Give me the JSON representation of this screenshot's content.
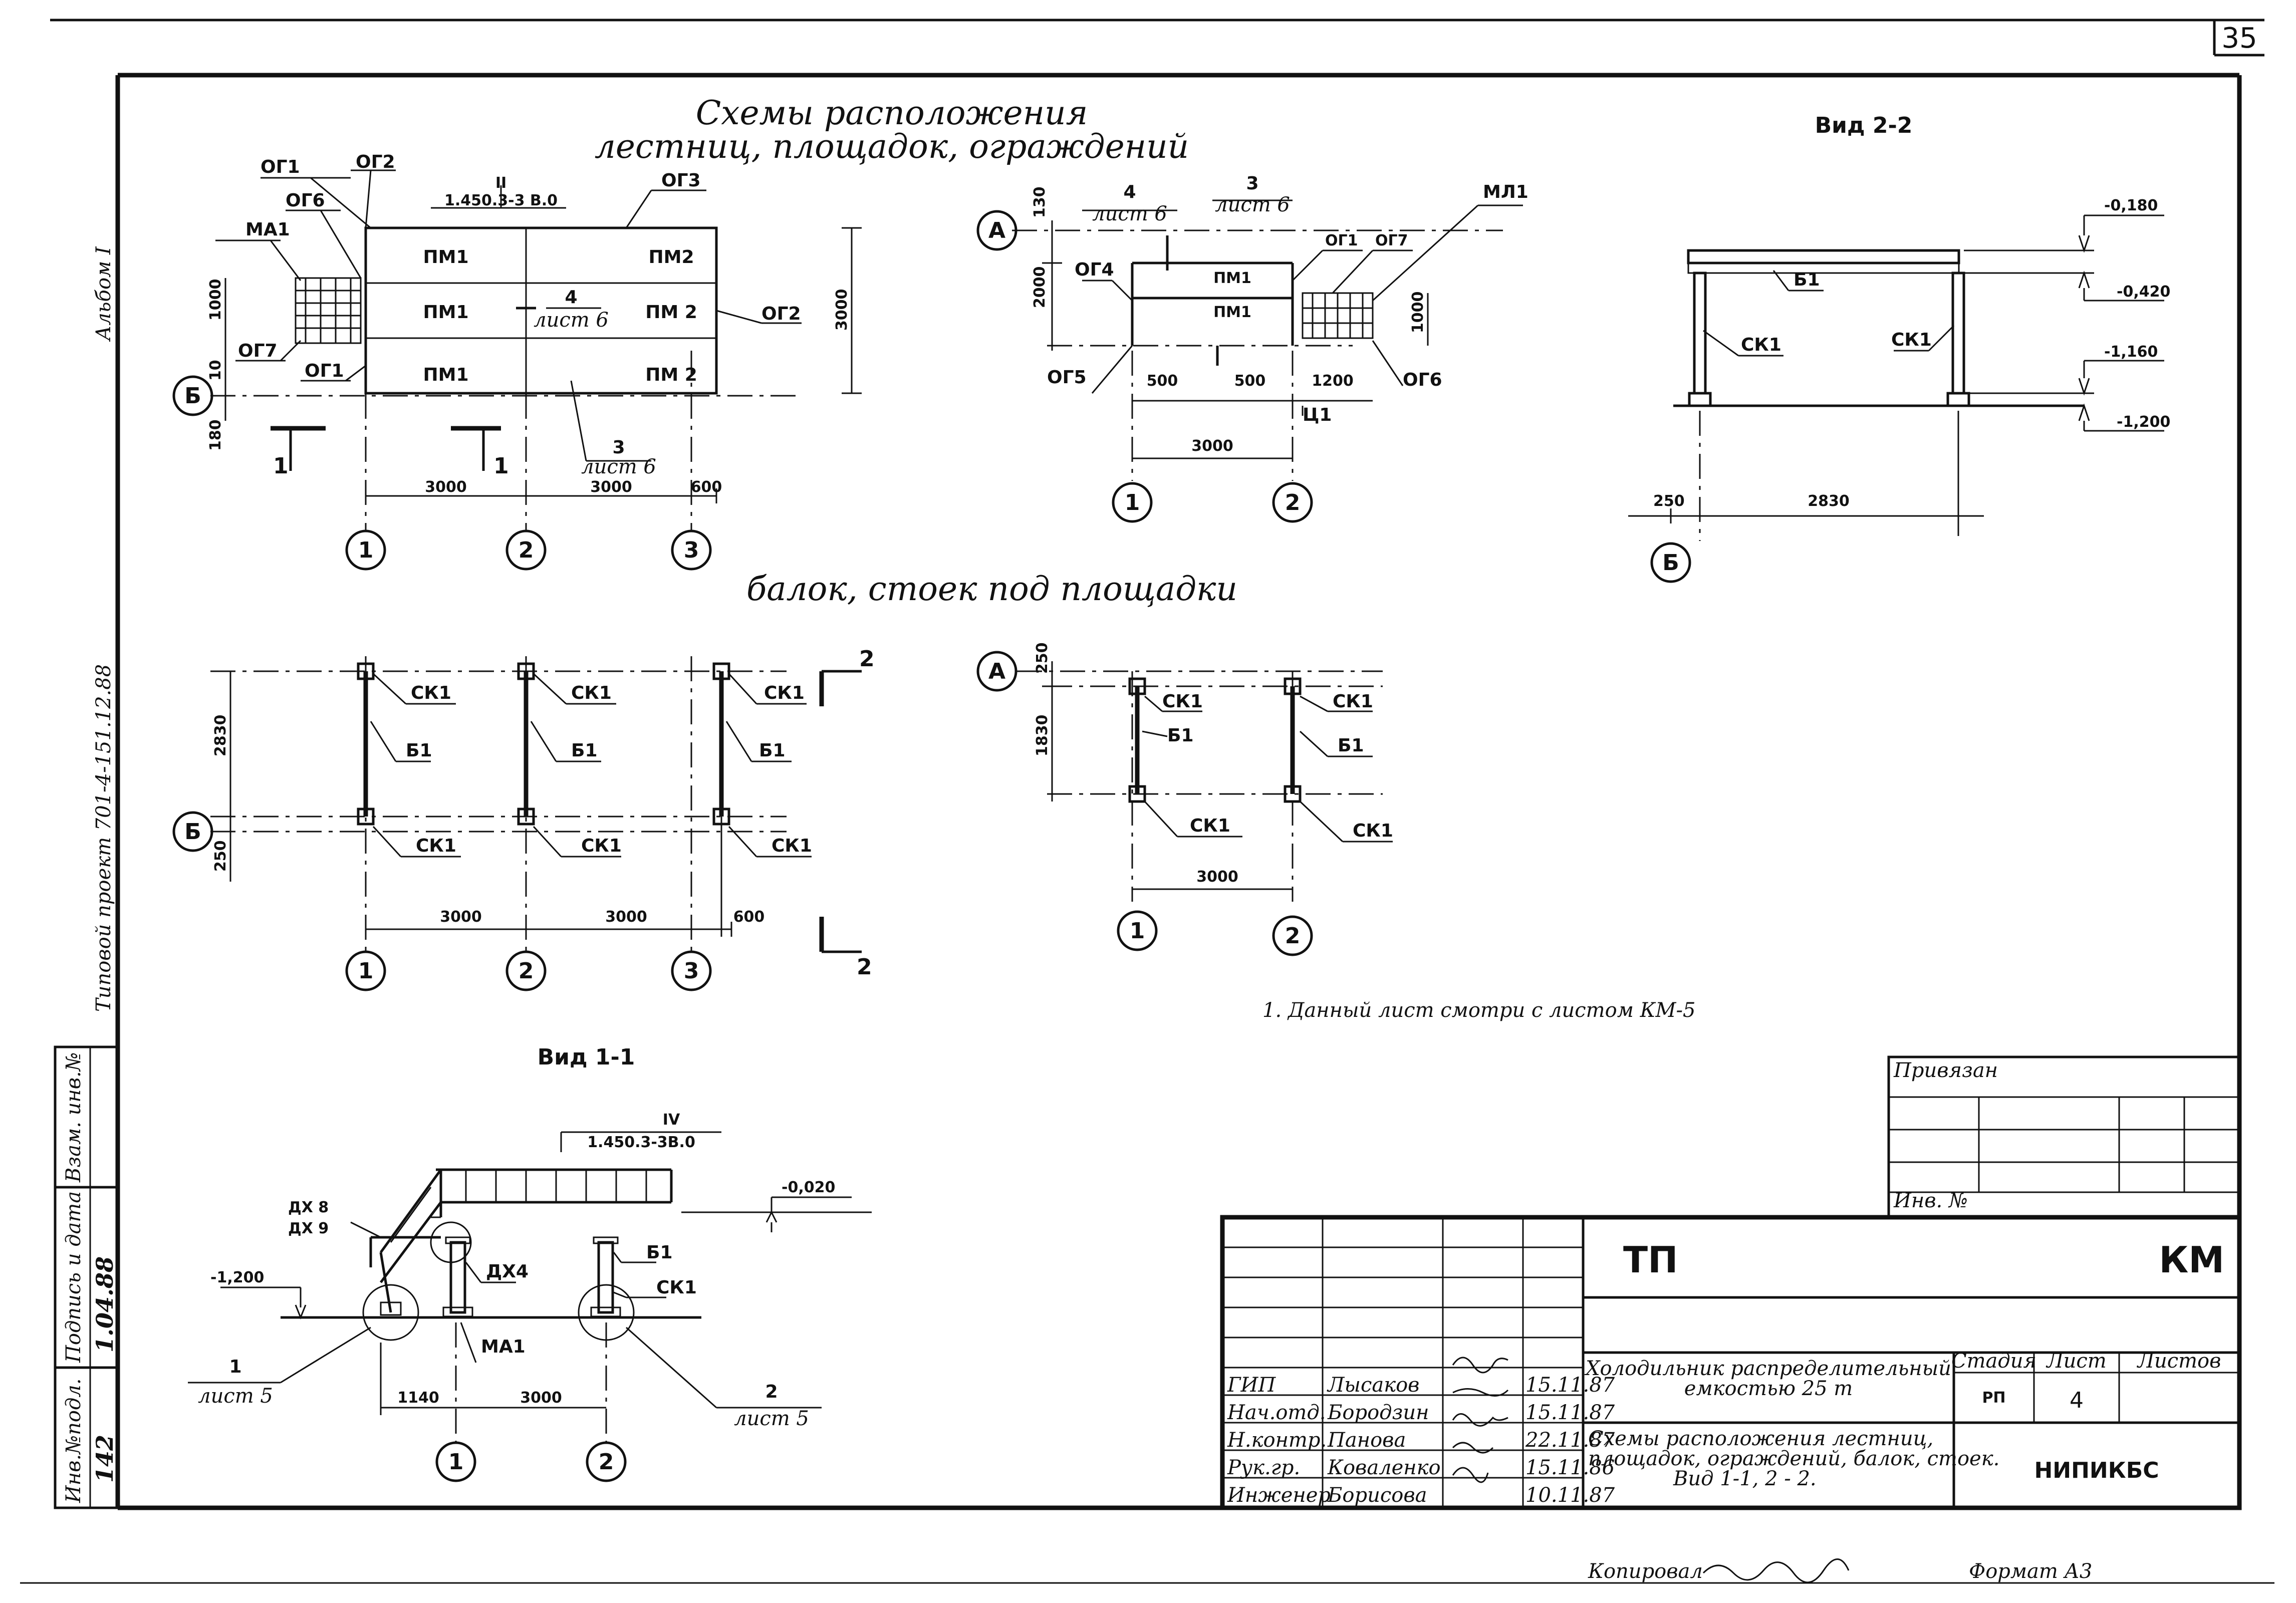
{
  "sheet_number": "35",
  "side_labels": {
    "album": "Альбом I",
    "project": "Типовой проект 701-4-151.12.88"
  },
  "stamp_side": {
    "inv_podl_label": "Инв.№подл.",
    "inv_podl_value": "142",
    "sign_date_label": "Подпись и дата",
    "sign_date_value": "1.04.88",
    "vzam_label": "Взам. инв.№"
  },
  "titles": {
    "schemes_line1": "Схемы расположения",
    "schemes_line2": "лестниц, площадок, ограждений",
    "beams_line": "балок, стоек под площадки",
    "view_1_1": "Вид 1-1",
    "view_2_2": "Вид 2-2"
  },
  "plan_left": {
    "marks": {
      "og1_top": "ОГ1",
      "og2_top": "ОГ2",
      "og3": "ОГ3",
      "og6": "ОГ6",
      "ma1": "МА1",
      "og7": "ОГ7",
      "og1_bottom": "ОГ1",
      "og2_right": "ОГ2"
    },
    "ref_roman": "II",
    "ref_series": "1.450.3-3 В.0",
    "cells": [
      "ПМ1",
      "ПМ2",
      "ПМ1",
      "ПМ 2",
      "ПМ1",
      "ПМ 2"
    ],
    "callout_4_num": "4",
    "callout_4_sheet": "лист 6",
    "callout_3_num": "3",
    "callout_3_sheet": "лист 6",
    "dim_left_1000": "1000",
    "dim_left_10": "10",
    "dim_left_180": "180",
    "dim_right_3000": "3000",
    "dim_bottom": [
      "3000",
      "3000",
      "600"
    ],
    "section_mark": "1",
    "axis_row": "Б",
    "axes": [
      "1",
      "2",
      "3"
    ]
  },
  "plan_mid": {
    "axis_row": "А",
    "dim_130": "130",
    "dim_2000": "2000",
    "callout_4_num": "4",
    "callout_4_sheet": "лист 6",
    "callout_3_num": "3",
    "callout_3_sheet": "лист 6",
    "marks": {
      "og1": "ОГ1",
      "og7": "ОГ7",
      "ml1": "МЛ1",
      "og4": "ОГ4",
      "og5": "ОГ5",
      "og6": "ОГ6",
      "c1": "Ц1"
    },
    "cells": [
      "ПМ1",
      "ПМ1"
    ],
    "dim_1000": "1000",
    "dim_bottom": [
      "500",
      "500",
      "1200"
    ],
    "dim_total": "3000",
    "axes": [
      "1",
      "2"
    ]
  },
  "view22": {
    "levels": [
      "-0,180",
      "-0,420",
      "-1,160",
      "-1,200"
    ],
    "b1": "Б1",
    "ck_left": "СК1",
    "ck_right": "СК1",
    "dim_250": "250",
    "dim_2830": "2830",
    "axis": "Б"
  },
  "beams_left": {
    "ck_labels": [
      "СК1",
      "СК1",
      "СК1",
      "СК1",
      "СК1",
      "СК1"
    ],
    "b_labels": [
      "Б1",
      "Б1",
      "Б1"
    ],
    "dim_2830": "2830",
    "dim_250": "250",
    "dim_bottom": [
      "3000",
      "3000",
      "600"
    ],
    "section_mark": "2",
    "axis_row": "Б",
    "axes": [
      "1",
      "2",
      "3"
    ]
  },
  "beams_mid": {
    "axis_row": "А",
    "dim_250": "250",
    "dim_1830": "1830",
    "ck_labels": [
      "СК1",
      "СК1",
      "СК1",
      "СК1"
    ],
    "b_labels": [
      "Б1",
      "Б1"
    ],
    "dim_3000": "3000",
    "axes": [
      "1",
      "2"
    ]
  },
  "note": "1. Данный лист смотри с листом КМ-5",
  "view11": {
    "ref_roman": "IV",
    "ref_series": "1.450.3-3В.0",
    "level_top": "-0,020",
    "level_bottom": "-1,200",
    "dx8": "ДХ 8",
    "dx9": "ДХ 9",
    "dx4": "ДХ4",
    "b1": "Б1",
    "ck1": "СК1",
    "ma1": "МА1",
    "callout_1_num": "1",
    "callout_1_sheet": "лист 5",
    "callout_2_num": "2",
    "callout_2_sheet": "лист 5",
    "dim_1140": "1140",
    "dim_3000": "3000",
    "axes": [
      "1",
      "2"
    ]
  },
  "title_block": {
    "privyazan": "Привязан",
    "inv_no": "Инв. №",
    "code_left": "ТП",
    "code_right": "КМ",
    "object_line1": "Холодильник распределительный",
    "object_line2": "емкостью 25 т",
    "sheet_line1": "Схемы расположения лестниц,",
    "sheet_line2": "площадок, ограждений, балок, стоек.",
    "sheet_line3": "Вид 1-1,  2 - 2.",
    "hdr_stage": "Стадия",
    "hdr_sheet": "Лист",
    "hdr_sheets": "Листов",
    "stage": "РП",
    "sheet": "4",
    "org": "НИПИКБС",
    "people": [
      {
        "role": "ГИП",
        "name": "Лысаков",
        "date": "15.11.87"
      },
      {
        "role": "Нач.отд.",
        "name": "Бородзин",
        "date": "15.11.87"
      },
      {
        "role": "Н.контр.",
        "name": "Панова",
        "date": "22.11.87"
      },
      {
        "role": "Рук.гр.",
        "name": "Коваленко",
        "date": "15.11.86"
      },
      {
        "role": "Инженер",
        "name": "Борисова",
        "date": "10.11.87"
      }
    ]
  },
  "footer": {
    "copied": "Копировал",
    "format": "Формат А3"
  }
}
